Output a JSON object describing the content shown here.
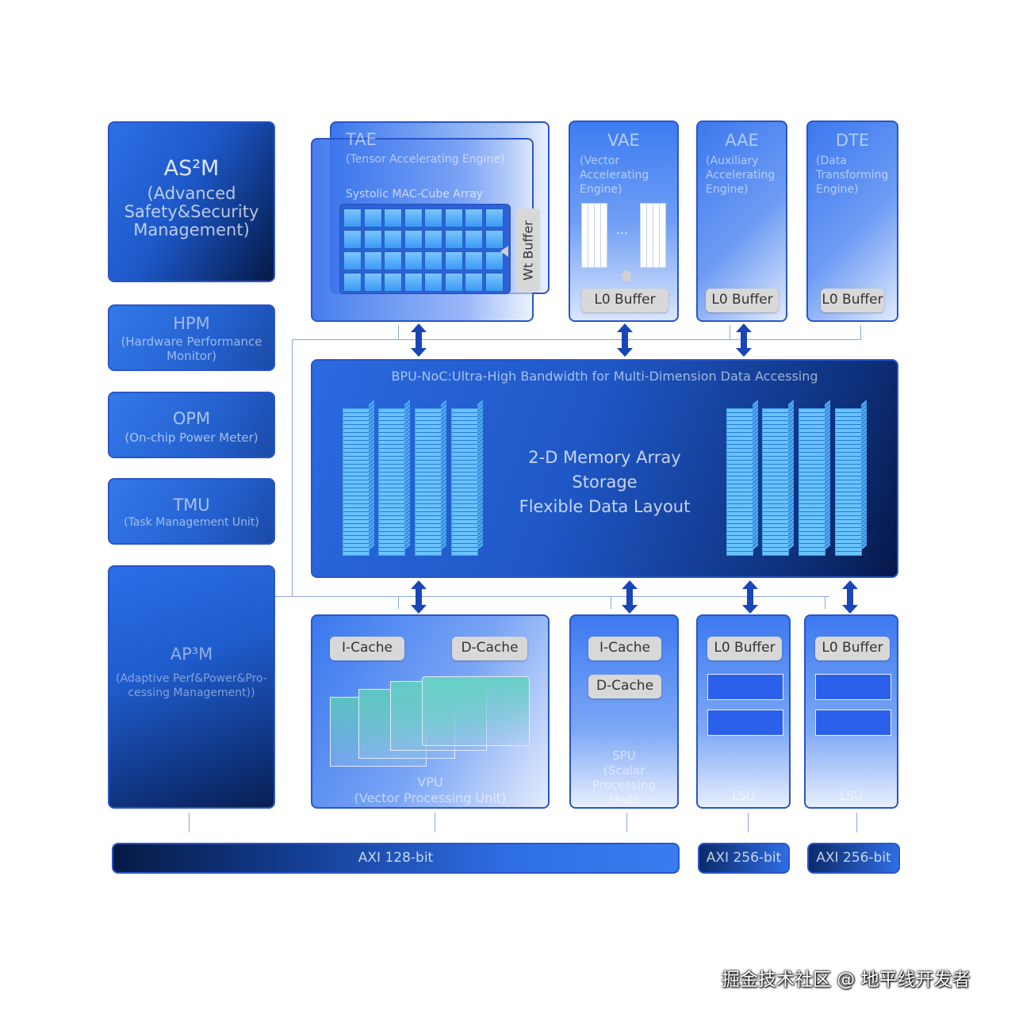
{
  "left": {
    "as2m": {
      "title": "AS²M",
      "sub": "(Advanced Safety&Security Management)"
    },
    "hpm": {
      "title": "HPM",
      "sub": "(Hardware Performance Monitor)"
    },
    "opm": {
      "title": "OPM",
      "sub": "(On-chip Power Meter)"
    },
    "tmu": {
      "title": "TMU",
      "sub": "(Task Management Unit)"
    },
    "ap3m": {
      "title": "AP³M",
      "sub": "(Adaptive Perf&Power&Pro-cessing Management))"
    }
  },
  "tae": {
    "title": "TAE",
    "sub": "(Tensor Accelerating Engine)",
    "array": "Systolic MAC-Cube Array",
    "wt": "Wt Buffer"
  },
  "vae": {
    "title": "VAE",
    "sub": "(Vector Accelerating Engine)",
    "dots": "...",
    "buf": "L0 Buffer"
  },
  "aae": {
    "title": "AAE",
    "sub": "(Auxiliary Accelerating Engine)",
    "buf": "L0 Buffer"
  },
  "dte": {
    "title": "DTE",
    "sub": "(Data Transforming Engine)",
    "buf": "L0 Buffer"
  },
  "noc": {
    "title": "BPU-NoC:Ultra-High Bandwidth for Multi-Dimension  Data Accessing",
    "line1": "2-D Memory Array",
    "line2": "Storage",
    "line3": "Flexible Data Layout"
  },
  "vpu": {
    "icache": "I-Cache",
    "dcache": "D-Cache",
    "title": "VPU",
    "sub": "(Vector Processing Unit)"
  },
  "spu": {
    "icache": "I-Cache",
    "dcache": "D-Cache",
    "title": "SPU",
    "sub": "(Scalar Processing Unit)"
  },
  "lsu1": {
    "buf": "L0 Buffer",
    "title": "LSU"
  },
  "lsu2": {
    "buf": "L0 Buffer",
    "title": "LSU"
  },
  "axi": {
    "main": "AXI 128-bit",
    "b1": "AXI 256-bit",
    "b2": "AXI 256-bit"
  },
  "watermark": "掘金技术社区 @ 地平线开发者"
}
